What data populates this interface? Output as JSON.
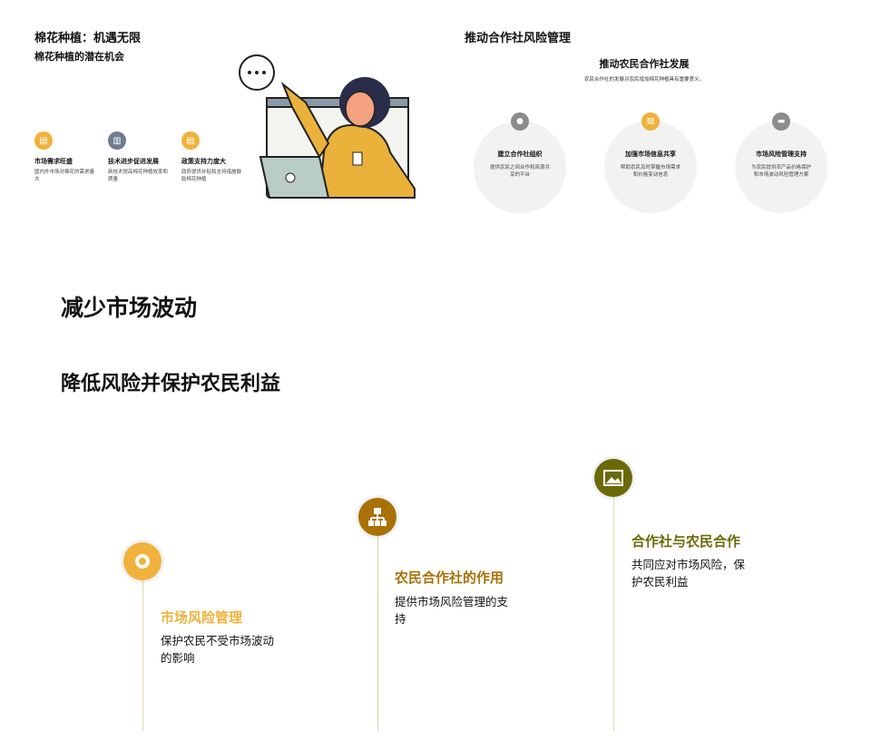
{
  "left": {
    "title": "棉花种植：机遇无限",
    "subtitle": "棉花种植的潜在机会",
    "features": [
      {
        "icon": "printer-icon",
        "title": "市场需求旺盛",
        "desc": "国内外市场对棉花的需求量大",
        "color": "#f0b23c"
      },
      {
        "icon": "clipboard-icon",
        "title": "技术进步促进发展",
        "desc": "新技术提高棉花种植效率和质量",
        "color": "#6e7c92"
      },
      {
        "icon": "printer-icon",
        "title": "政策支持力度大",
        "desc": "政府提供补贴和支持措施鼓励棉花种植",
        "color": "#f0b23c"
      }
    ]
  },
  "right": {
    "title": "推动合作社风险管理",
    "subtitle": "推动农民合作社发展",
    "desc": "农民合作社的发展对农民增加棉花种植具有重要意义。",
    "cards": [
      {
        "icon": "gear-icon",
        "title": "建立合作社组织",
        "desc": "提供农民之间合作和资源共享的平台",
        "color": "#8c8c8c"
      },
      {
        "icon": "image-icon",
        "title": "加强市场信息共享",
        "desc": "帮助农民及时掌握市场需求和价格变动信息",
        "color": "#f0b23c"
      },
      {
        "icon": "briefcase-icon",
        "title": "市场风险管理支持",
        "desc": "为农民提供农产品价格保护和市场波动风险管理方案",
        "color": "#8c8c8c"
      }
    ]
  },
  "headings": {
    "h1": "减少市场波动",
    "h2": "降低风险并保护农民利益"
  },
  "timeline": [
    {
      "icon": "target-icon",
      "title": "市场风险管理",
      "desc": "保护农民不受市场波动的影响",
      "color": "#f0b23c"
    },
    {
      "icon": "org-chart-icon",
      "title": "农民合作社的作用",
      "desc": "提供市场风险管理的支持",
      "color": "#a87208"
    },
    {
      "icon": "image-icon",
      "title": "合作社与农民合作",
      "desc": "共同应对市场风险，保护农民利益",
      "color": "#6b6a0a"
    }
  ]
}
